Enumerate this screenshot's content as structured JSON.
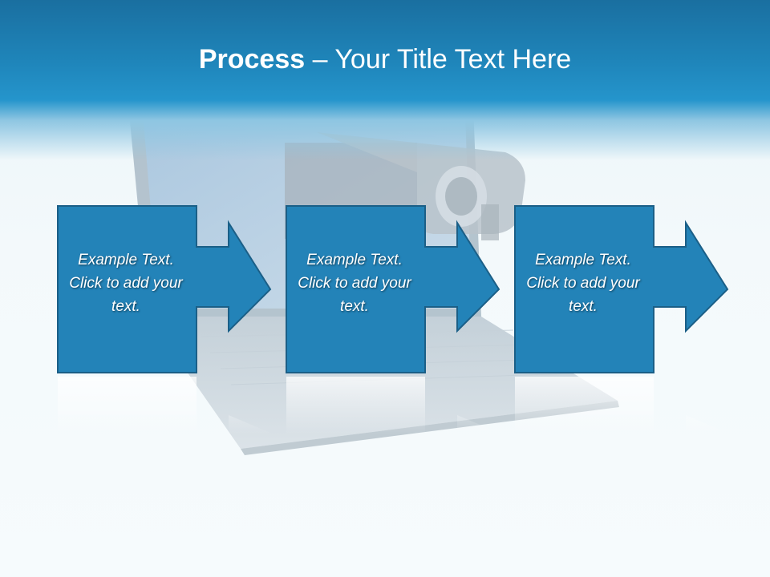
{
  "slide": {
    "title_bold": "Process",
    "title_rest": " – Your Title Text Here"
  },
  "steps": [
    {
      "text": "Example Text. Click  to add your text."
    },
    {
      "text": "Example Text. Click  to add your text."
    },
    {
      "text": "Example Text. Click  to add your text."
    }
  ],
  "colors": {
    "header": "#1f86bb",
    "box_fill": "#2383b8",
    "box_stroke": "#1b5f87"
  },
  "background_image": "laptop-with-security-camera"
}
